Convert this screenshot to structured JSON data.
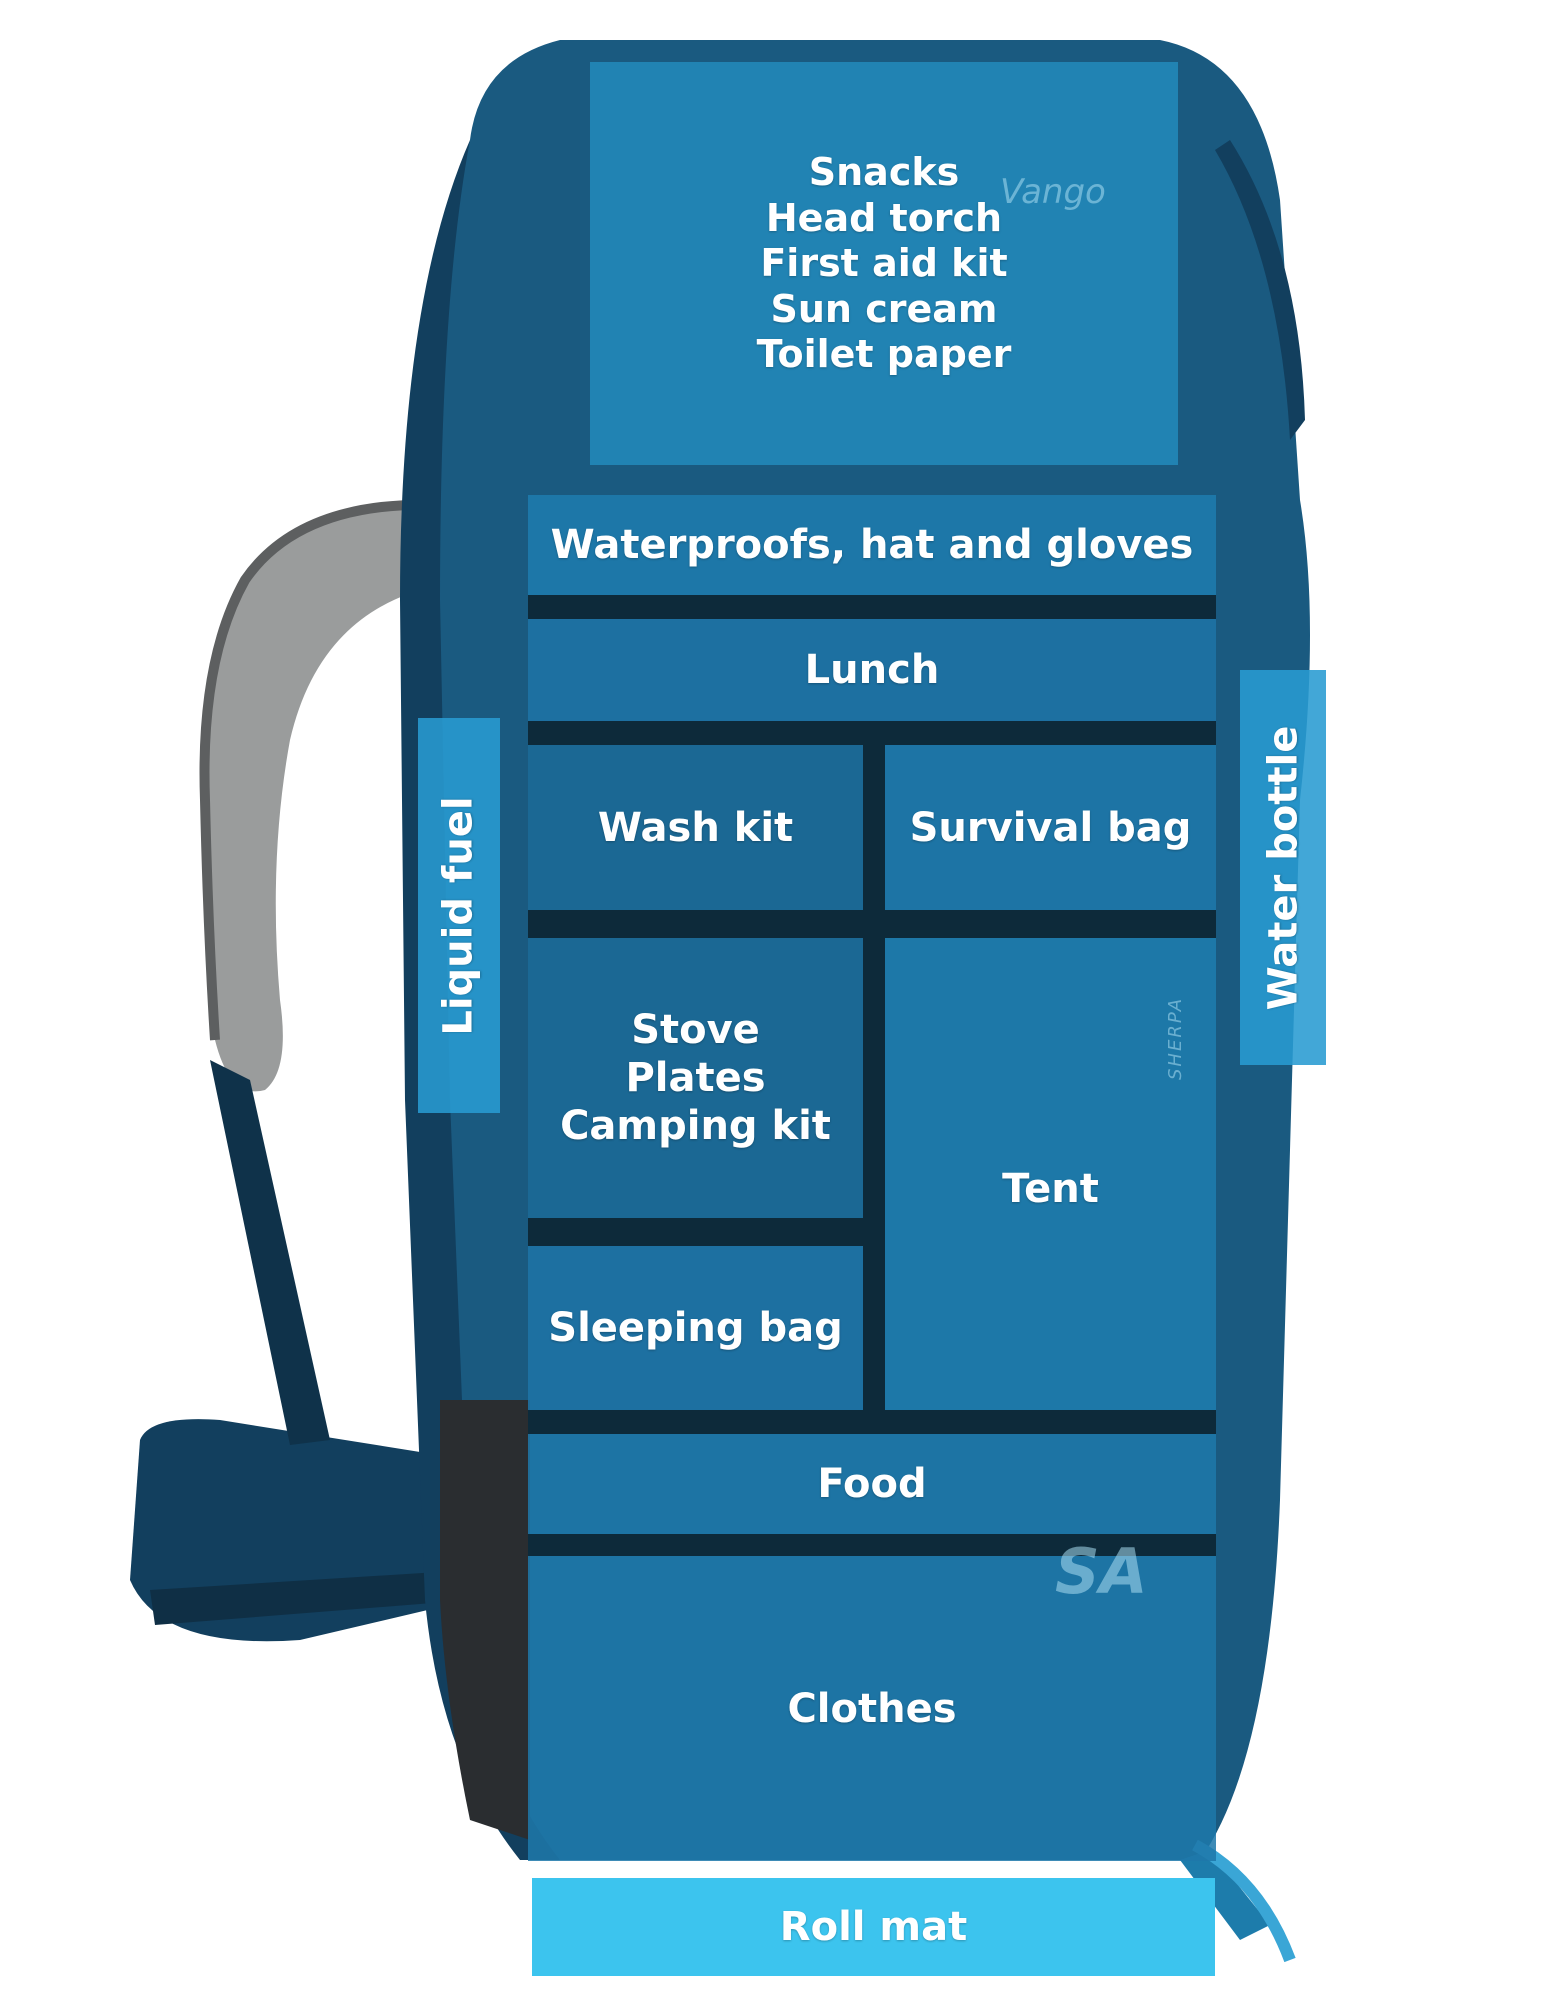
{
  "colors": {
    "pack_dark": "#123f5e",
    "pack_mid": "#1a5a80",
    "zone_fill": "#1d7cab",
    "zone_bright": "#3cc4ee",
    "divider": "#0d2a3a",
    "strap_grey": "#9a9c9c",
    "strap_dark": "#0f324a"
  },
  "zones": {
    "lid": [
      "Snacks",
      "Head torch",
      "First aid kit",
      "Sun cream",
      "Toilet paper"
    ],
    "waterproofs": "Waterproofs, hat and gloves",
    "lunch": "Lunch",
    "wash_kit": "Wash kit",
    "survival_bag": "Survival bag",
    "cooking": [
      "Stove",
      "Plates",
      "Camping kit"
    ],
    "tent": "Tent",
    "sleeping_bag": "Sleeping bag",
    "food": "Food",
    "clothes": "Clothes",
    "roll_mat": "Roll mat",
    "liquid_fuel": "Liquid fuel",
    "water_bottle": "Water bottle"
  },
  "brand": {
    "logo_text": "Vango",
    "model_text": "SHERPA",
    "badge_text": "SA"
  }
}
